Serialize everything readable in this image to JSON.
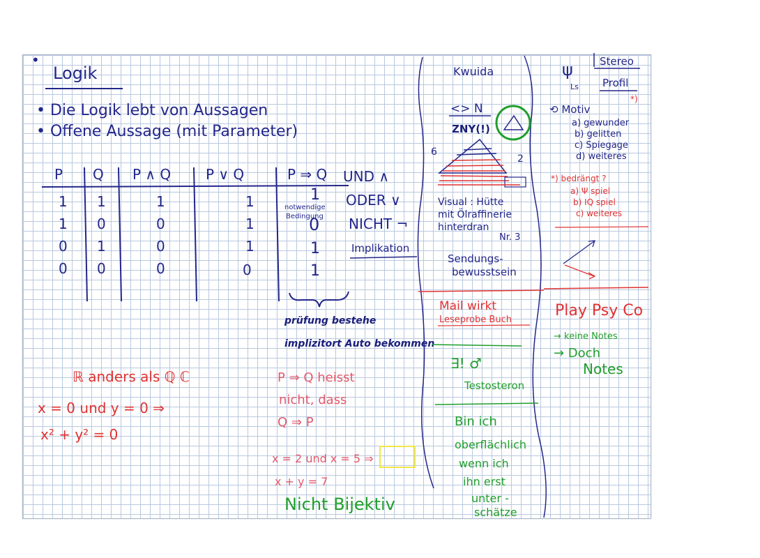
{
  "left": {
    "bullet": "•",
    "title": "Logik",
    "line1": "• Die Logik lebt von Aussagen",
    "line2": "• Offene Aussage    (mit Parameter)",
    "table": {
      "headers": [
        "P",
        "Q",
        "P ∧ Q",
        "P ∨ Q",
        "P ⇒ Q"
      ],
      "rows": [
        [
          "1",
          "1",
          "1",
          "1",
          "1"
        ],
        [
          "1",
          "0",
          "0",
          "1",
          "0"
        ],
        [
          "0",
          "1",
          "0",
          "1",
          "1"
        ],
        [
          "0",
          "0",
          "0",
          "0",
          "1"
        ]
      ]
    },
    "ops": [
      "UND ∧",
      "ODER ∨",
      "NICHT ¬"
    ],
    "implikation": "Implikation",
    "notwendig": [
      "notwendige",
      "Bedingung"
    ],
    "note_blue": [
      "prüfung bestehe",
      "implizitort Auto bekommen"
    ],
    "red_a": "ℝ  anders als  ℚ ℂ",
    "red_b": "x = 0   und   y = 0   ⇒",
    "red_c": "x² + y² = 0",
    "pink_a": [
      "P ⇒ Q   heisst",
      "nicht, dass",
      "Q ⇒ P"
    ],
    "pink_b": "x = 2  und  x = 5  ⇒",
    "pink_c": "x + y = 7",
    "green_note": "Nicht  Bijektiv"
  },
  "middle": {
    "kwuida": "Kwuida",
    "sym": "<> N",
    "zny": "ZNY(!)",
    "pyramid_labels": [
      "6",
      "2"
    ],
    "visual": [
      "Visual : Hütte",
      "mit Ölraffinerie",
      "hinterdran"
    ],
    "nr": "Nr. 3",
    "sendung": [
      "Sendungs-",
      "bewusstsein"
    ],
    "mail": "Mail  wirkt",
    "leseprobe": "Leseprobe  Buch",
    "testosteron_a": "∃!  ♂",
    "testosteron_b": "Testosteron",
    "bin": [
      "Bin  ich",
      "oberflächlich",
      "wenn  ich",
      "ihn  erst",
      "unter -",
      "schätze"
    ]
  },
  "right": {
    "psi": "ψ",
    "ls": "Ls",
    "stereo": "Stereo",
    "profil": "Profil",
    "motiv": "⟲ Motiv",
    "motiv_items": [
      "a) gewunder",
      "b) gelitten",
      "c) Spiegage",
      "d) weiteres"
    ],
    "bedraengt": "*) bedrängt ?",
    "bedraengt_items": [
      "a) Ψ spiel",
      "b) IQ spiel",
      "c) weiteres"
    ],
    "playpsy": "Play Psy Co",
    "keine": "→ keine Notes",
    "doch": "→ Doch",
    "notes": "Notes"
  }
}
